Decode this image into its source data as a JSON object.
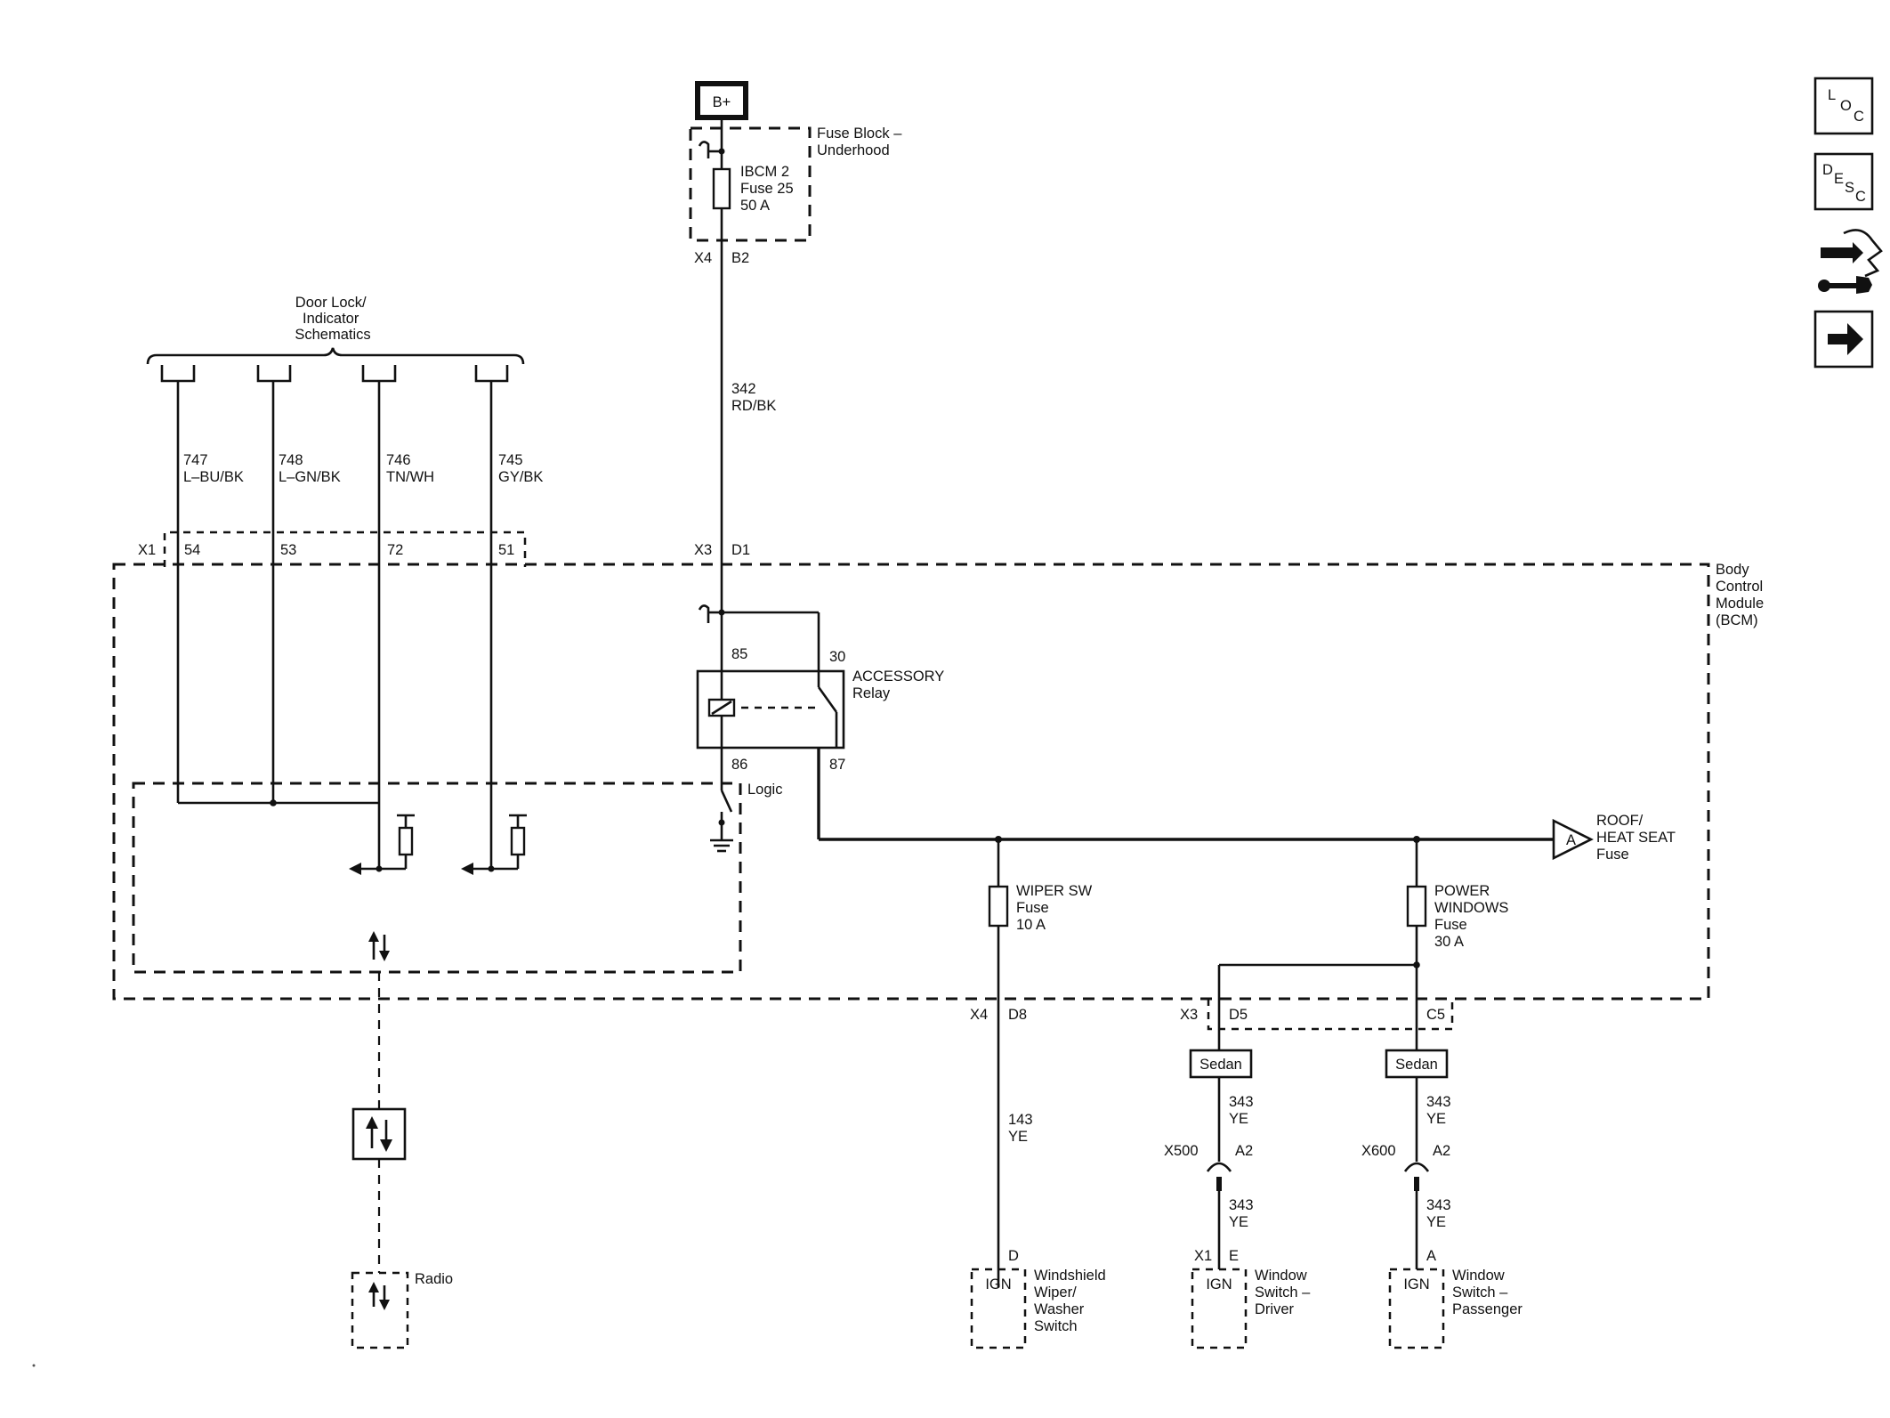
{
  "power": {
    "bplus": "B+"
  },
  "fuse_block": {
    "title_lines": [
      "Fuse Block –",
      "Underhood"
    ],
    "fuse_lines": [
      "IBCM 2",
      "Fuse 25",
      "50 A"
    ],
    "connector": "X4",
    "pin": "B2"
  },
  "feed_wire": {
    "circuit": "342",
    "color": "RD/BK"
  },
  "door_lock": {
    "title_lines": [
      "Door Lock/",
      "Indicator",
      "Schematics"
    ],
    "wires": [
      {
        "circuit": "747",
        "color": "L–BU/BK",
        "pin": "54"
      },
      {
        "circuit": "748",
        "color": "L–GN/BK",
        "pin": "53"
      },
      {
        "circuit": "746",
        "color": "TN/WH",
        "pin": "72"
      },
      {
        "circuit": "745",
        "color": "GY/BK",
        "pin": "51"
      }
    ],
    "connector": "X1"
  },
  "bcm": {
    "title_lines": [
      "Body",
      "Control",
      "Module",
      "(BCM)"
    ],
    "feed_connector": "X3",
    "feed_pin": "D1",
    "logic_label": "Logic"
  },
  "relay": {
    "name_lines": [
      "ACCESSORY",
      "Relay"
    ],
    "pin_85": "85",
    "pin_30": "30",
    "pin_86": "86",
    "pin_87": "87"
  },
  "roof_feed": {
    "symbol": "A",
    "label_lines": [
      "ROOF/",
      "HEAT SEAT",
      "Fuse"
    ]
  },
  "wiper_fuse": {
    "label_lines": [
      "WIPER SW",
      "Fuse",
      "10 A"
    ],
    "connector": "X4",
    "pin": "D8",
    "circuit": "143",
    "color": "YE"
  },
  "window_fuse": {
    "label_lines": [
      "POWER",
      "WINDOWS",
      "Fuse",
      "30 A"
    ]
  },
  "window_outputs": {
    "connector": "X3",
    "pin_driver": "D5",
    "pin_passenger": "C5"
  },
  "driver_branch": {
    "option": "Sedan",
    "circuit": "343",
    "color": "YE",
    "inline_connector": "X500",
    "inline_pin": "A2",
    "circuit_2": "343",
    "color_2": "YE",
    "device_connector": "X1",
    "device_pin": "E",
    "device_terminal": "IGN",
    "device_lines": [
      "Window",
      "Switch –",
      "Driver"
    ]
  },
  "passenger_branch": {
    "option": "Sedan",
    "circuit": "343",
    "color": "YE",
    "inline_connector": "X600",
    "inline_pin": "A2",
    "circuit_2": "343",
    "color_2": "YE",
    "device_pin": "A",
    "device_terminal": "IGN",
    "device_lines": [
      "Window",
      "Switch –",
      "Passenger"
    ]
  },
  "wiper_switch": {
    "pin": "D",
    "terminal": "IGN",
    "device_lines": [
      "Windshield",
      "Wiper/",
      "Washer",
      "Switch"
    ]
  },
  "radio": {
    "label": "Radio"
  },
  "side_icons": {
    "loc_letters": [
      "L",
      "O",
      "C"
    ],
    "desc_letters": [
      "D",
      "E",
      "S",
      "C"
    ],
    "icons": [
      "component-location-icon",
      "description-icon",
      "repair-tools-icon",
      "next-page-arrow-icon"
    ]
  }
}
